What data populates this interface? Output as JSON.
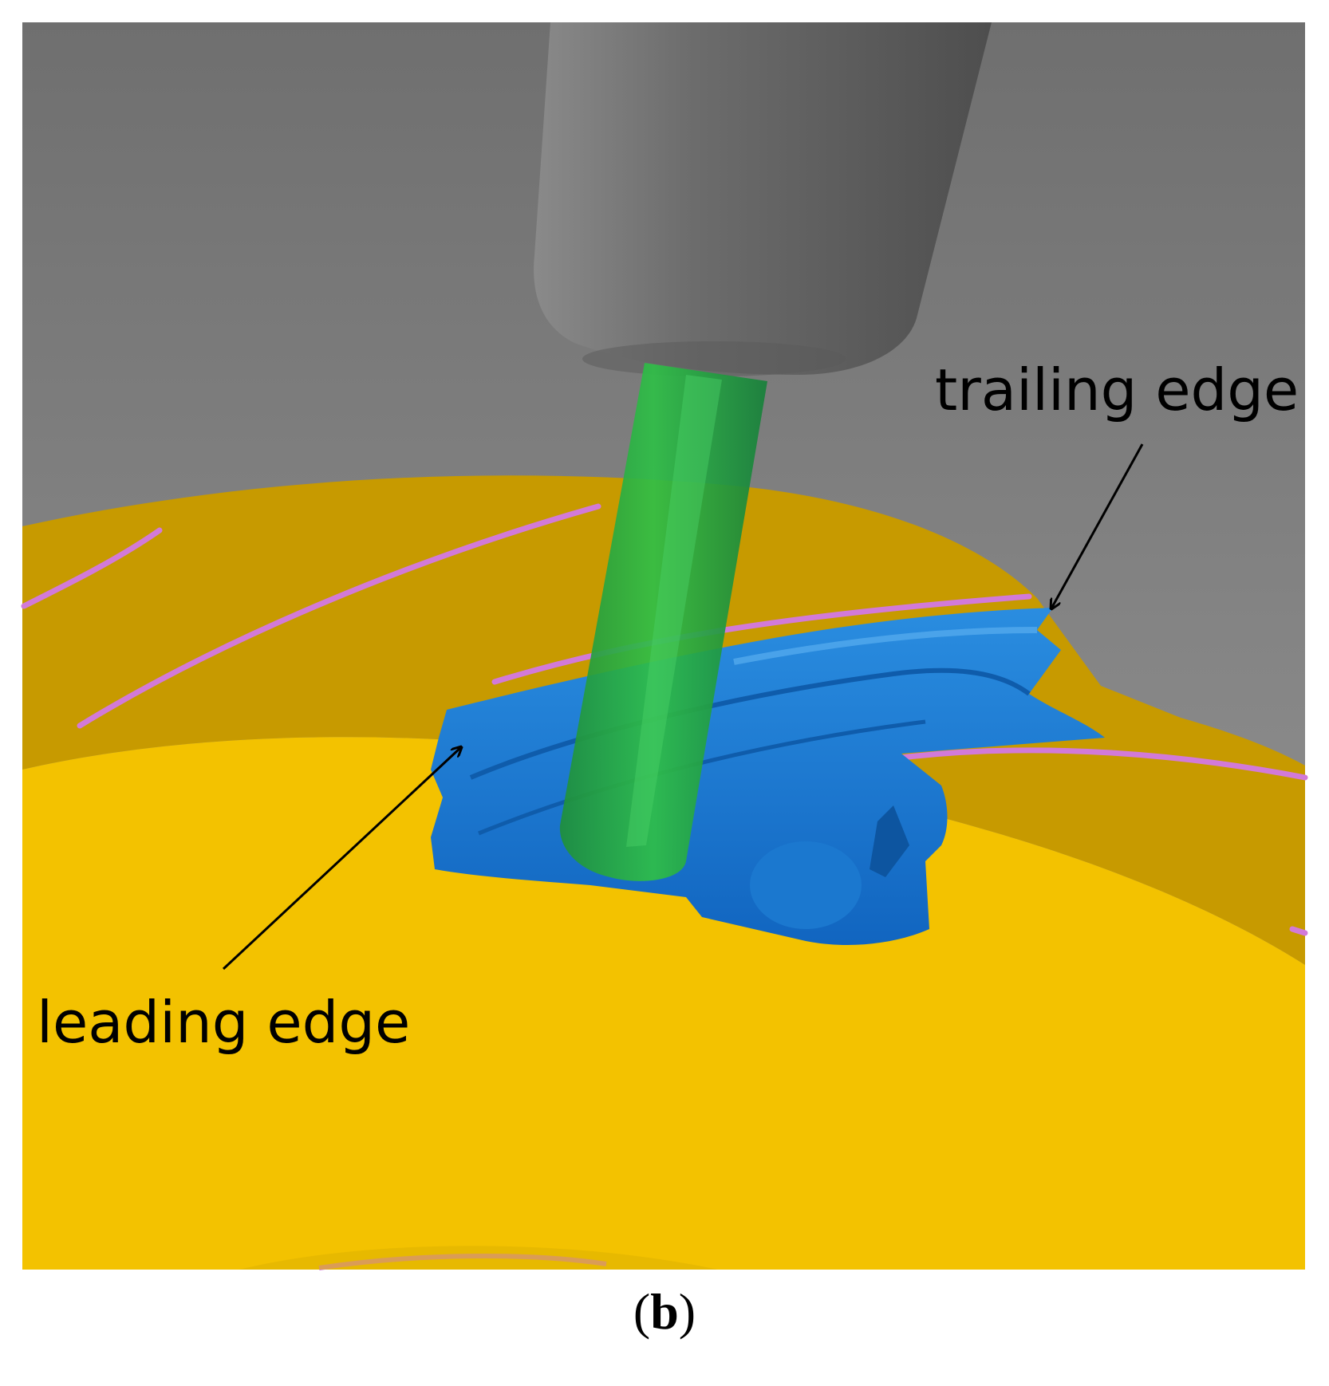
{
  "figure": {
    "labels": {
      "trailing": "trailing edge",
      "leading": "leading edge"
    },
    "caption": {
      "open": "(",
      "letter": "b",
      "close": ")"
    }
  },
  "colors": {
    "background_gray": "#7a7a7a",
    "hub_yellow": "#f3c200",
    "shroud_dark_yellow": "#c79a00",
    "workpiece_blue": "#1d7fd6",
    "tool_green": "#22a53a",
    "holder_gray": "#6e6e6e",
    "stripe_pink": "#d27ad8"
  }
}
